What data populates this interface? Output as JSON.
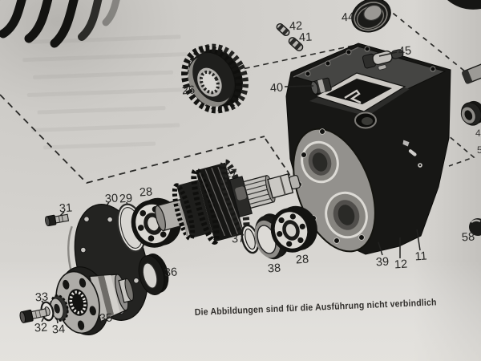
{
  "page": {
    "type": "parts-catalog-photo",
    "subject": "gearbox exploded-parts diagram",
    "caption": "Die Abbildungen sind für die Ausführung nicht verbindlich"
  },
  "colors": {
    "paper": "#d8d6d2",
    "ink": "#1d1d1b"
  },
  "labels": {
    "11": "11",
    "12": "12",
    "26": "26",
    "27": "27",
    "28": "28",
    "29": "29",
    "30": "30",
    "31": "31",
    "32": "32",
    "33": "33",
    "34": "34",
    "35": "35",
    "36": "36",
    "37": "37",
    "38": "38",
    "39": "39",
    "40": "40",
    "41": "41",
    "42": "42",
    "44": "44",
    "45": "45",
    "58": "58",
    "edge_a": "4",
    "edge_b": "5"
  }
}
